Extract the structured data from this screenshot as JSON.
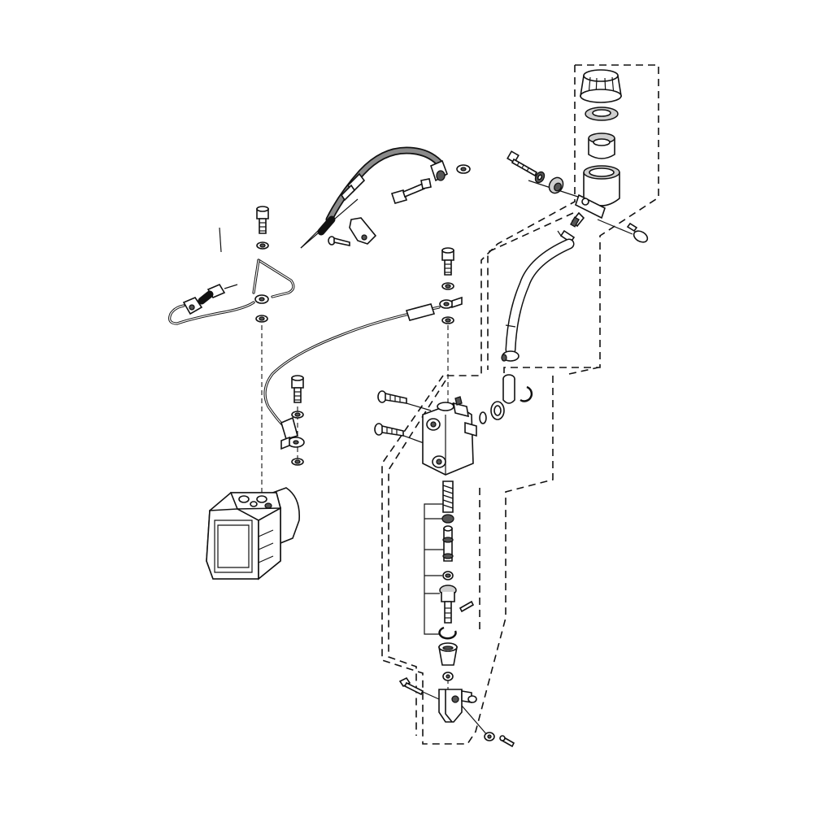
{
  "diagram": {
    "type": "exploded-parts-view",
    "colors": {
      "line": "#111111",
      "background": "#ffffff",
      "shade": "#cfcfcf"
    },
    "parts": [
      {
        "name": "reservoir-cap"
      },
      {
        "name": "reservoir-diaphragm-plate"
      },
      {
        "name": "reservoir-diaphragm"
      },
      {
        "name": "reservoir-tank"
      },
      {
        "name": "reservoir-mounting-bolt"
      },
      {
        "name": "reservoir-hose"
      },
      {
        "name": "master-cylinder-body"
      },
      {
        "name": "master-cylinder-spring"
      },
      {
        "name": "master-cylinder-piston"
      },
      {
        "name": "push-rod"
      },
      {
        "name": "clevis"
      },
      {
        "name": "abs-hydraulic-unit"
      },
      {
        "name": "brake-hose-caliper"
      },
      {
        "name": "brake-pipe"
      },
      {
        "name": "union-bolts"
      }
    ]
  }
}
